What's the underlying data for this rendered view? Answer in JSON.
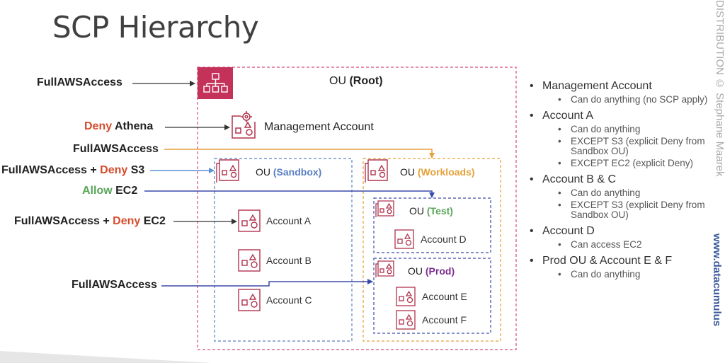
{
  "slide": {
    "title": "SCP Hierarchy"
  },
  "policies": {
    "root": "FullAWSAccess",
    "mgmt_deny": "Deny",
    "mgmt_service": "Athena",
    "workloads": "FullAWSAccess",
    "sandbox_full": "FullAWSAccess",
    "sandbox_plus": " + ",
    "sandbox_deny": "Deny",
    "sandbox_service": "S3",
    "test_allow": "Allow",
    "test_service": "EC2",
    "accounta_full": "FullAWSAccess",
    "accounta_plus": " + ",
    "accounta_deny": "Deny",
    "accounta_service": "EC2",
    "prod": "FullAWSAccess"
  },
  "hierarchy": {
    "root": {
      "prefix": "OU",
      "name": "(Root)"
    },
    "management_account": "Management Account",
    "sandbox": {
      "prefix": "OU",
      "name": "(Sandbox)",
      "accounts": [
        "Account A",
        "Account B",
        "Account C"
      ]
    },
    "workloads": {
      "prefix": "OU",
      "name": "(Workloads)"
    },
    "test": {
      "prefix": "OU",
      "name": "(Test)",
      "accounts": [
        "Account D"
      ]
    },
    "prod": {
      "prefix": "OU",
      "name": "(Prod)",
      "accounts": [
        "Account E",
        "Account F"
      ]
    }
  },
  "summary": [
    {
      "label": "Management Account",
      "items": [
        "Can do anything (no SCP apply)"
      ]
    },
    {
      "label": "Account A",
      "items": [
        "Can do anything",
        "EXCEPT S3 (explicit Deny from Sandbox OU)",
        "EXCEPT EC2 (explicit Deny)"
      ]
    },
    {
      "label": "Account B & C",
      "items": [
        "Can do anything",
        "EXCEPT S3 (explicit Deny from Sandbox OU)"
      ]
    },
    {
      "label": "Account D",
      "items": [
        "Can access EC2"
      ]
    },
    {
      "label": "Prod OU & Account E & F",
      "items": [
        "Can do anything"
      ]
    }
  ],
  "side": {
    "text": "DISTRIBUTION © Stephane Maarek",
    "link": "www.datacumulus"
  },
  "colors": {
    "root_border": "#d64c7a",
    "sandbox_border": "#5b7fc4",
    "workloads_border": "#e6a13a",
    "inner_border": "#3a4aa8",
    "icon": "#b0334d",
    "deny": "#d54c2c",
    "allow": "#5aa55a",
    "arrow_dark": "#333333",
    "arrow_blue": "#3a4aa8",
    "arrow_light_blue": "#5b8fd6",
    "arrow_orange": "#e6a13a"
  }
}
